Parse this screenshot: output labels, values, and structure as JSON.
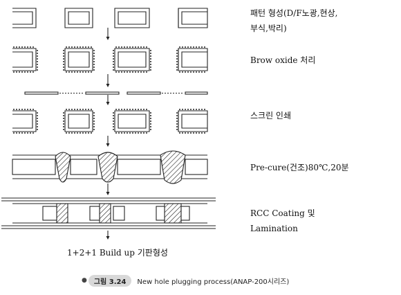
{
  "steps": [
    {
      "label": "패턴 형성(D/F노광,현상,\n부식,박리)"
    },
    {
      "label": "Brow oxide 처리"
    },
    {
      "label": "스크린 인쇄"
    },
    {
      "label": "Pre-cure(건조)80℃,20분"
    },
    {
      "label": "RCC Coating 및\nLamination"
    }
  ],
  "bottom_label": "1+2+1 Build up 기판형성",
  "caption": {
    "bullet": "●",
    "figure_number": "그림 3.24",
    "text": "New hole plugging process(ANAP-200시리즈)"
  }
}
